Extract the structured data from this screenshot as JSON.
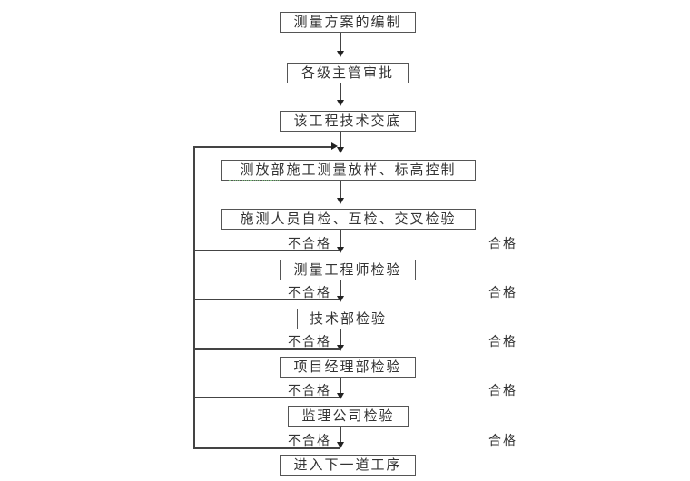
{
  "diagram": {
    "steps": [
      {
        "label": "测量方案的编制"
      },
      {
        "label": "各级主管审批"
      },
      {
        "label": "该工程技术交底"
      },
      {
        "label": "测放部施工测量放样、标高控制"
      },
      {
        "label": "施测人员自检、互检、交叉检验"
      },
      {
        "label": "测量工程师检验"
      },
      {
        "label": "技术部检验"
      },
      {
        "label": "项目经理部检验"
      },
      {
        "label": "监理公司检验"
      },
      {
        "label": "进入下一道工序"
      }
    ],
    "fail_label": "不合格",
    "pass_label": "合格"
  }
}
